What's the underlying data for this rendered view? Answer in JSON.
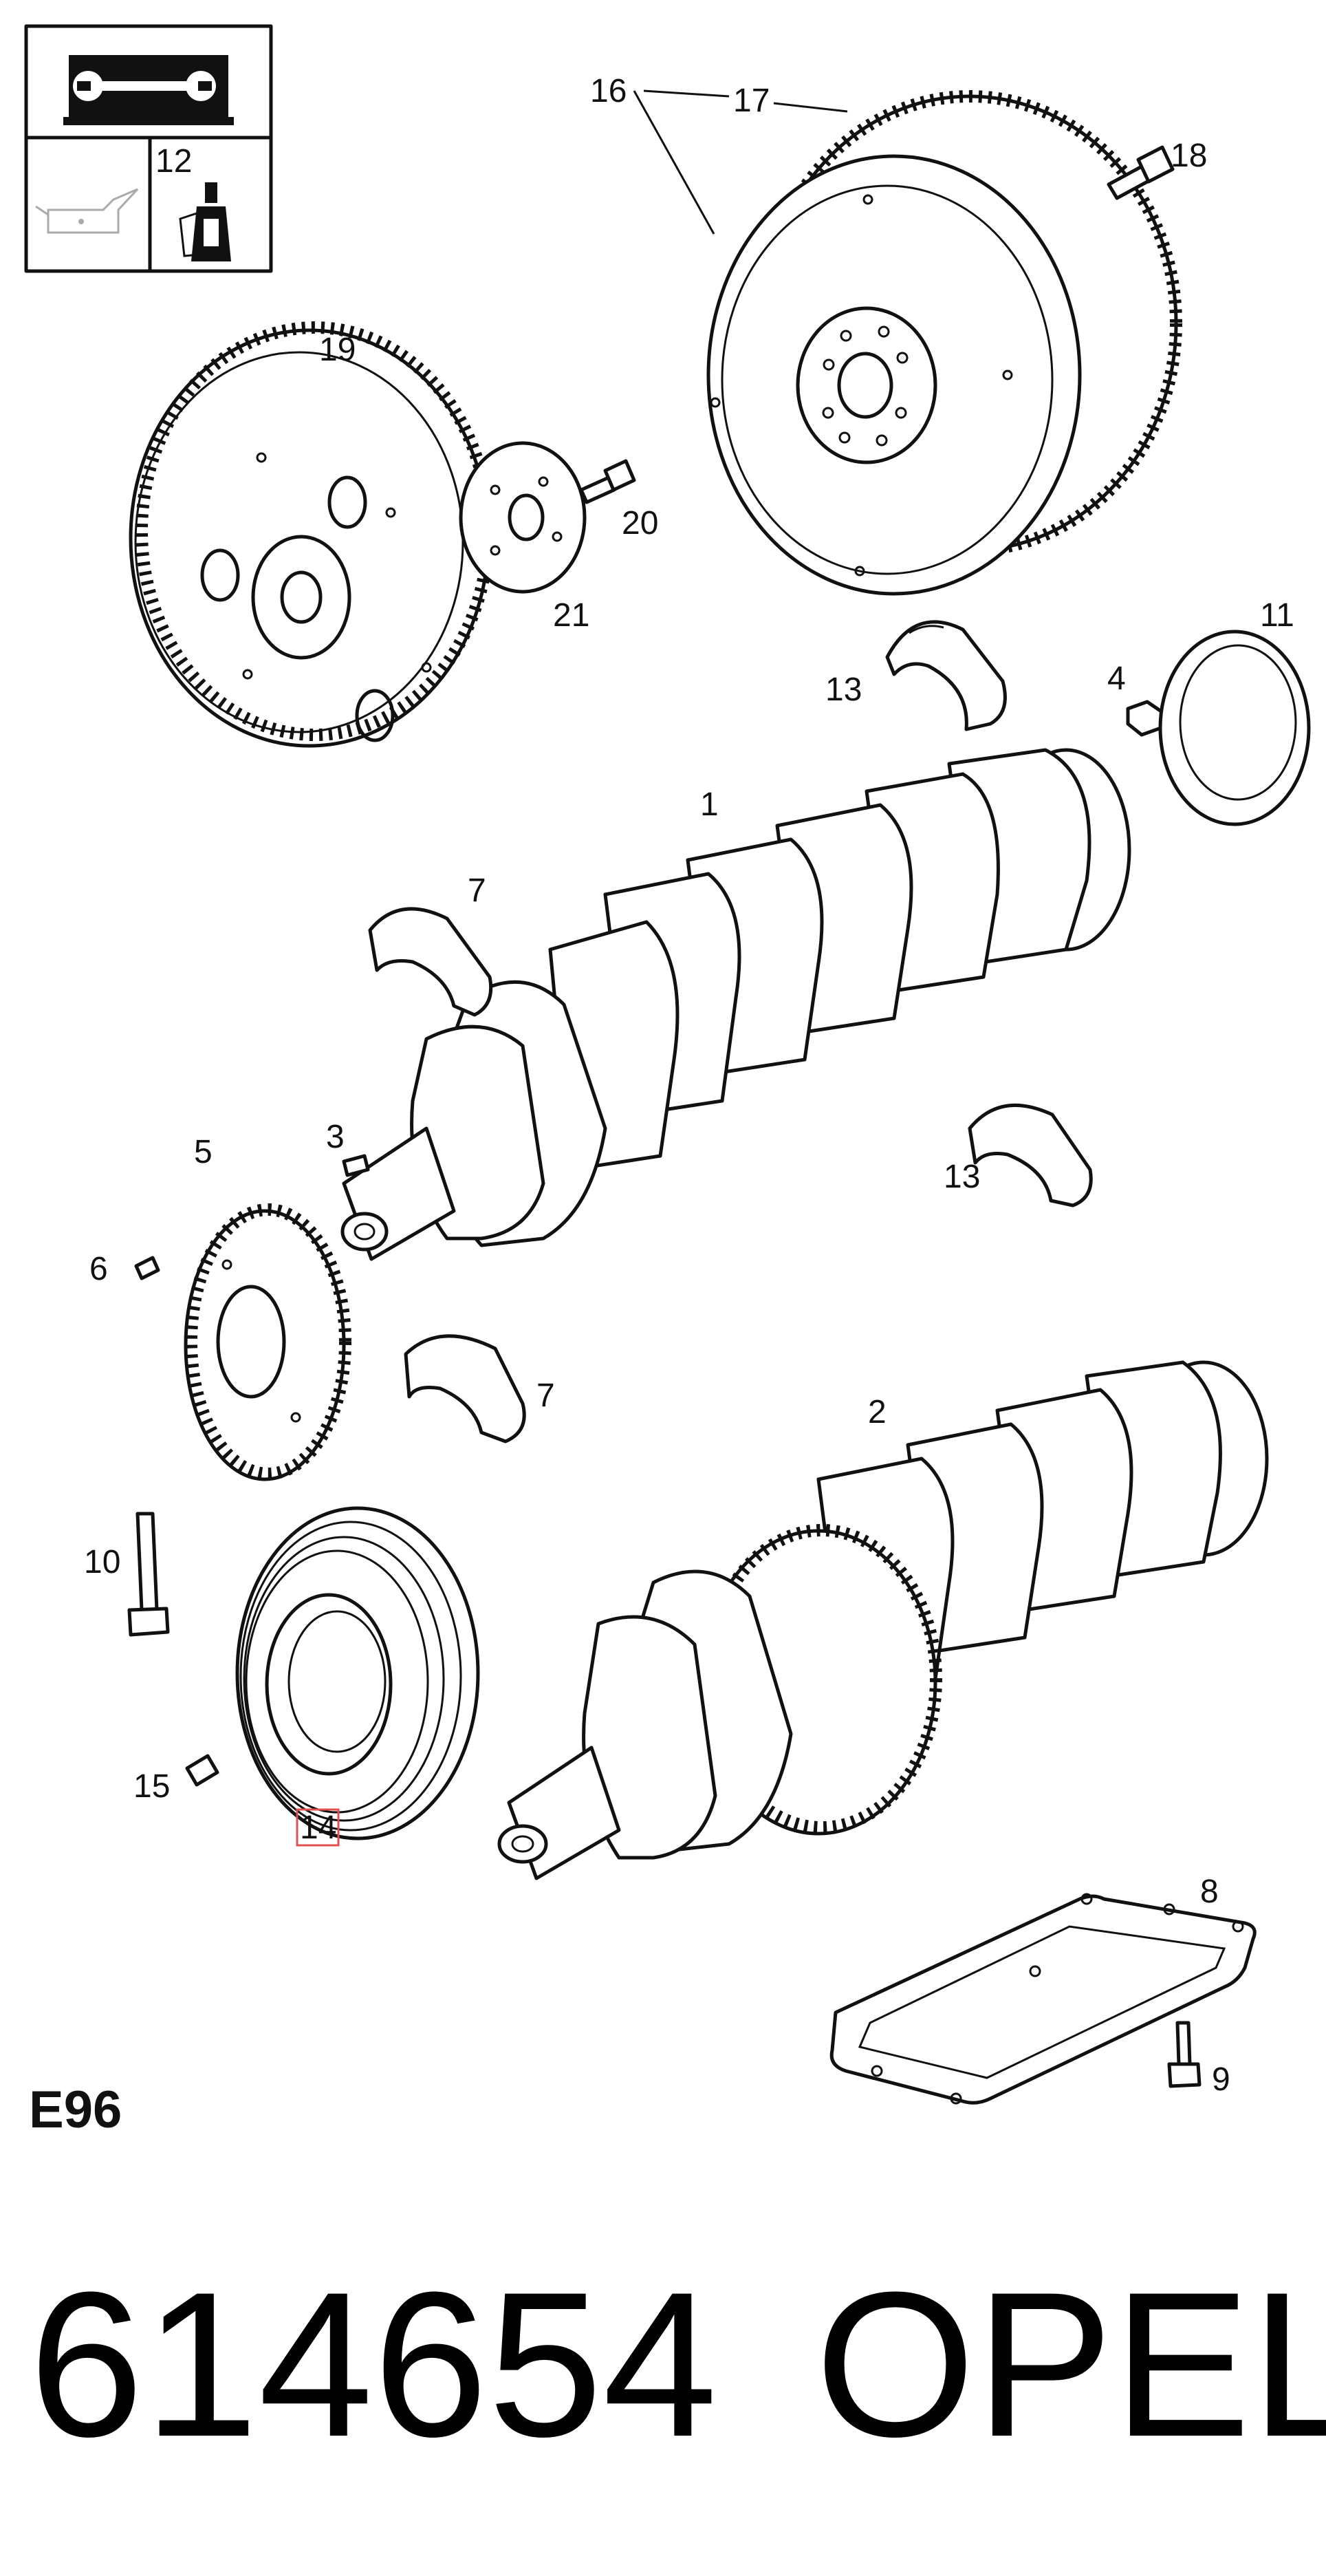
{
  "diagram": {
    "section_code": "E96",
    "part_number": "614654",
    "brand": "OPEL",
    "legend": {
      "item": "12"
    },
    "highlight_color": "#e05050",
    "callouts": [
      {
        "id": "c1",
        "label": "1"
      },
      {
        "id": "c2",
        "label": "2"
      },
      {
        "id": "c3",
        "label": "3"
      },
      {
        "id": "c4",
        "label": "4"
      },
      {
        "id": "c5",
        "label": "5"
      },
      {
        "id": "c6",
        "label": "6"
      },
      {
        "id": "c7a",
        "label": "7"
      },
      {
        "id": "c7b",
        "label": "7"
      },
      {
        "id": "c8",
        "label": "8"
      },
      {
        "id": "c9",
        "label": "9"
      },
      {
        "id": "c10",
        "label": "10"
      },
      {
        "id": "c11",
        "label": "11"
      },
      {
        "id": "c13a",
        "label": "13"
      },
      {
        "id": "c13b",
        "label": "13"
      },
      {
        "id": "c14",
        "label": "14",
        "highlighted": true
      },
      {
        "id": "c15",
        "label": "15"
      },
      {
        "id": "c16",
        "label": "16"
      },
      {
        "id": "c17",
        "label": "17"
      },
      {
        "id": "c18",
        "label": "18"
      },
      {
        "id": "c19",
        "label": "19"
      },
      {
        "id": "c20",
        "label": "20"
      },
      {
        "id": "c21",
        "label": "21"
      }
    ]
  }
}
